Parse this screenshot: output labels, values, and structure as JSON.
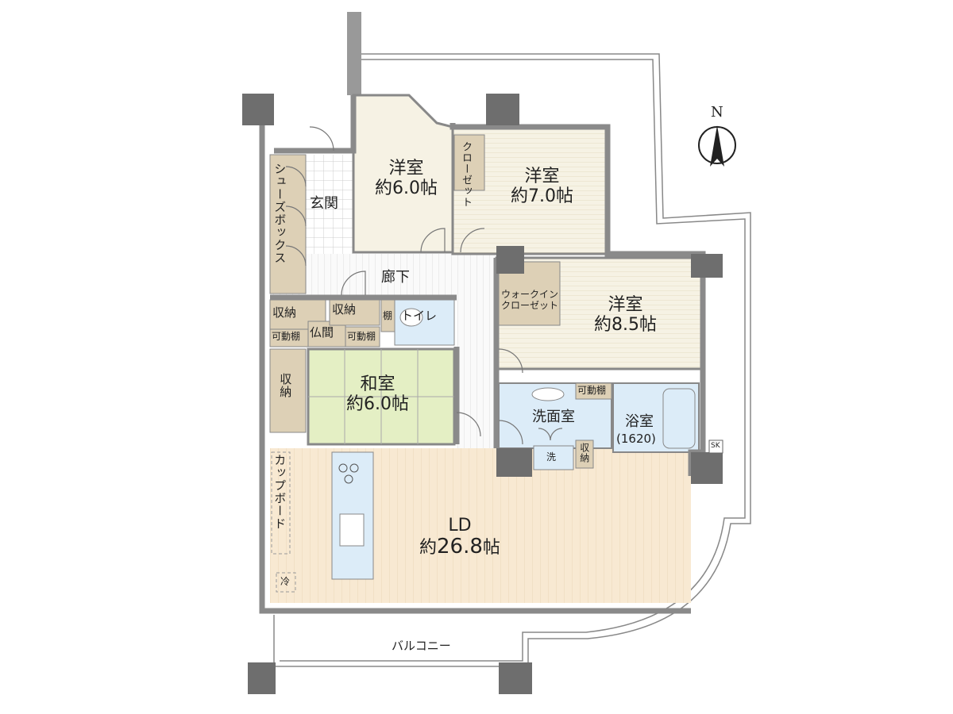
{
  "rooms": {
    "western1": {
      "name": "洋室",
      "size_prefix": "約",
      "size": "6.0",
      "unit": "帖"
    },
    "western2": {
      "name": "洋室",
      "size_prefix": "約",
      "size": "7.0",
      "unit": "帖"
    },
    "western3": {
      "name": "洋室",
      "size_prefix": "約",
      "size": "8.5",
      "unit": "帖"
    },
    "japanese": {
      "name": "和室",
      "size_prefix": "約",
      "size": "6.0",
      "unit": "帖"
    },
    "ld": {
      "name": "LD",
      "size_prefix": "約",
      "size": "26.8",
      "unit": "帖"
    },
    "entrance": "玄関",
    "corridor": "廊下",
    "toilet": "トイレ",
    "washroom": "洗面室",
    "bathroom": "浴室",
    "bath_size": "(1620)",
    "balcony": "バルコニー",
    "butsuma": "仏間"
  },
  "storage": {
    "shoebox": "シューズボックス",
    "closet": "クローゼット",
    "walkin": "ウォークイン\nクローゼット",
    "storage_label": "収納",
    "movable_shelf": "可動棚",
    "shelf": "棚",
    "cupboard": "カップボード",
    "fridge": "冷",
    "washer": "洗",
    "sk": "SK"
  },
  "compass": {
    "label": "N"
  },
  "colors": {
    "western": "#f6f2e4",
    "japanese": "#e4efc4",
    "ld": "#f8e9d2",
    "water": "#dcecf8",
    "storage": "#ddd0b6",
    "wall": "#8a8a8a",
    "pillar": "#6e6e6e"
  }
}
